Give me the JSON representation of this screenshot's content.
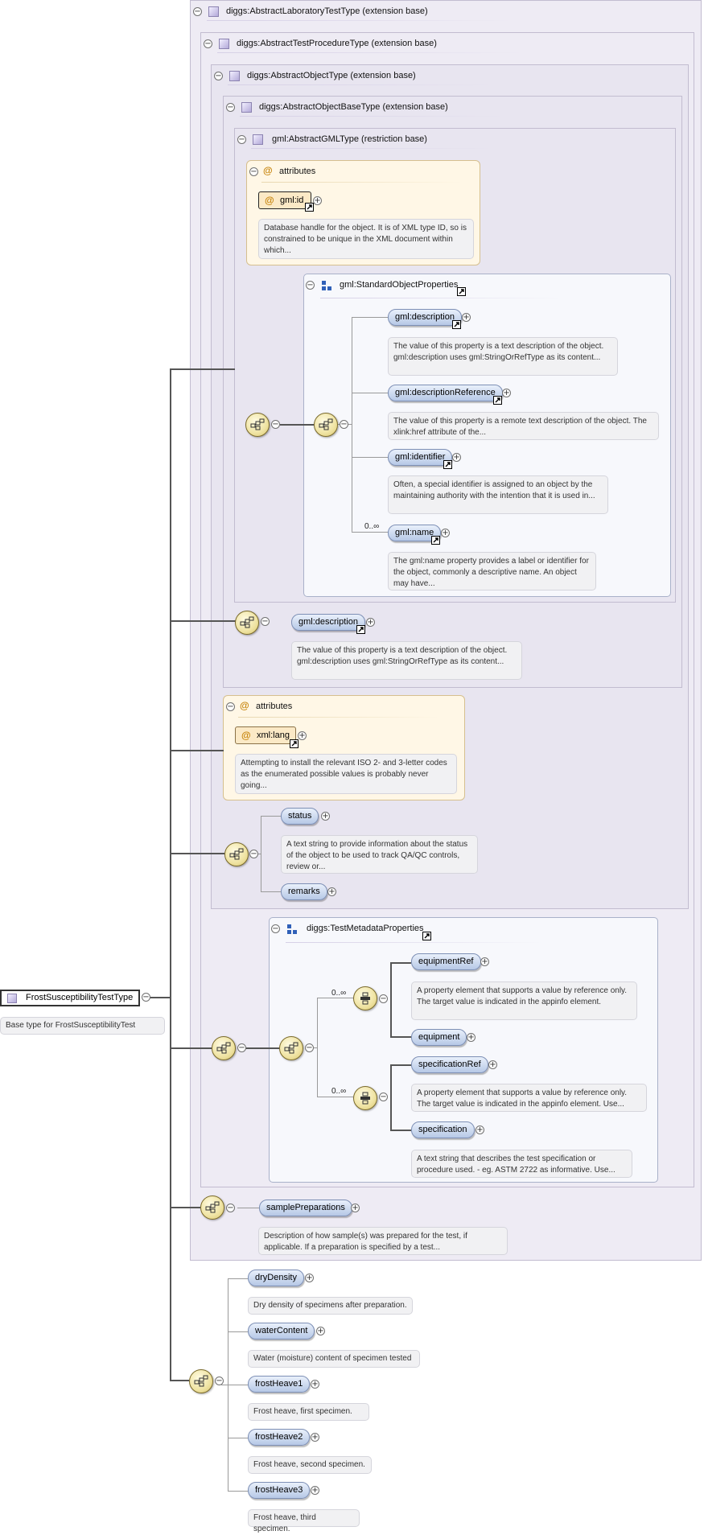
{
  "root": {
    "name": "FrostSusceptibilityTestType",
    "description": "Base type for FrostSusceptibilityTest"
  },
  "extensions": {
    "lab": "diggs:AbstractLaboratoryTestType (extension base)",
    "procedure": "diggs:AbstractTestProcedureType (extension base)",
    "object": "diggs:AbstractObjectType (extension base)",
    "objectBase": "diggs:AbstractObjectBaseType (extension base)",
    "gml": "gml:AbstractGMLType (restriction base)"
  },
  "gmlAttributes": {
    "title": "attributes",
    "item": "gml:id",
    "description": "Database handle for the object. It is of XML type ID, so is constrained to be unique in the XML document within which..."
  },
  "standardObjectProperties": {
    "title": "gml:StandardObjectProperties",
    "items": [
      {
        "name": "gml:description",
        "description": "The value of this property is a text description of the object. gml:description uses gml:StringOrRefType as its content..."
      },
      {
        "name": "gml:descriptionReference",
        "description": "The value of this property is a remote text description of the object. The xlink:href attribute of the..."
      },
      {
        "name": "gml:identifier",
        "description": "Often, a special identifier is assigned to an object by the maintaining authority with the intention that it is used in..."
      },
      {
        "name": "gml:name",
        "cardinality": "0..∞",
        "description": "The gml:name property provides a label or identifier for the object, commonly a descriptive name. An object may have..."
      }
    ]
  },
  "objectDescription": {
    "name": "gml:description",
    "description": "The value of this property is a text description of the object. gml:description uses gml:StringOrRefType as its content..."
  },
  "objectAttributes": {
    "title": "attributes",
    "item": "xml:lang",
    "description": "Attempting to install the relevant ISO 2- and 3-letter codes as the enumerated possible values is probably never going..."
  },
  "objectSeq": {
    "status": "status",
    "statusDescription": "A text string to provide information about the status of the object to be used to track QA/QC controls, review or...",
    "remarks": "remarks"
  },
  "testMetadata": {
    "title": "diggs:TestMetadataProperties",
    "choice1Card": "0..∞",
    "equipmentRef": "equipmentRef",
    "equipmentRefDescription": "A property element that supports a value by reference only. The target value is indicated in the appinfo element.",
    "equipment": "equipment",
    "choice2Card": "0..∞",
    "specificationRef": "specificationRef",
    "specificationRefDescription": "A property element that supports a value by reference only. The target value is indicated in the appinfo element. Use...",
    "specification": "specification",
    "specificationDescription": "A text string that describes the test specification or procedure used. - eg. ASTM 2722 as informative. Use..."
  },
  "samplePreparations": {
    "name": "samplePreparations",
    "description": "Description of how sample(s) was prepared for the test, if applicable. If a preparation is specified by a test..."
  },
  "frostElements": [
    {
      "name": "dryDensity",
      "description": "Dry density of specimens after preparation."
    },
    {
      "name": "waterContent",
      "description": "Water (moisture) content of specimen tested"
    },
    {
      "name": "frostHeave1",
      "description": "Frost heave, first specimen."
    },
    {
      "name": "frostHeave2",
      "description": "Frost heave, second specimen."
    },
    {
      "name": "frostHeave3",
      "description": "Frost heave, third specimen."
    }
  ],
  "glyphs": {
    "collapse": "−",
    "expand": "+",
    "attribute": "@"
  },
  "colors": {
    "extensionPanel": "#eeebf4",
    "attributePanel": "#fff7e6",
    "element": "#c9d8ef",
    "compositor": "#efe3a2"
  }
}
